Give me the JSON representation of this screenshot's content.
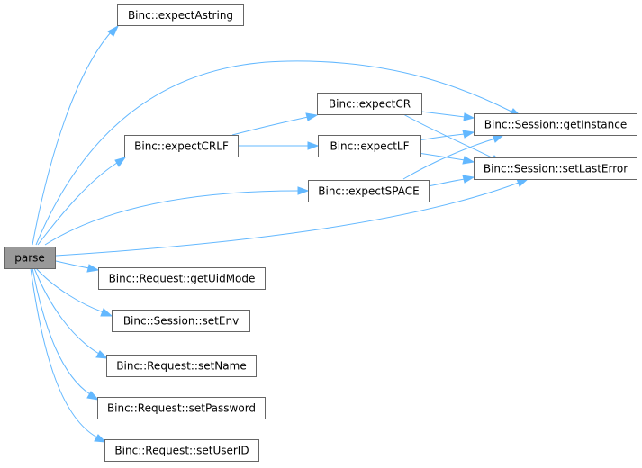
{
  "colors": {
    "edge": "#63b8ff",
    "node_border": "#666666",
    "root_fill": "#999999",
    "node_fill": "#ffffff"
  },
  "nodes": {
    "parse": "parse",
    "expectAstring": "Binc::expectAstring",
    "expectCRLF": "Binc::expectCRLF",
    "expectCR": "Binc::expectCR",
    "expectLF": "Binc::expectLF",
    "expectSPACE": "Binc::expectSPACE",
    "getInstance": "Binc::Session::getInstance",
    "setLastError": "Binc::Session::setLastError",
    "getUidMode": "Binc::Request::getUidMode",
    "setEnv": "Binc::Session::setEnv",
    "setName": "Binc::Request::setName",
    "setPassword": "Binc::Request::setPassword",
    "setUserID": "Binc::Request::setUserID"
  },
  "edges": [
    [
      "parse",
      "expectAstring"
    ],
    [
      "parse",
      "getInstance"
    ],
    [
      "parse",
      "expectCRLF"
    ],
    [
      "parse",
      "expectSPACE"
    ],
    [
      "parse",
      "setLastError"
    ],
    [
      "parse",
      "getUidMode"
    ],
    [
      "parse",
      "setEnv"
    ],
    [
      "parse",
      "setName"
    ],
    [
      "parse",
      "setPassword"
    ],
    [
      "parse",
      "setUserID"
    ],
    [
      "expectCRLF",
      "expectCR"
    ],
    [
      "expectCRLF",
      "expectLF"
    ],
    [
      "expectCR",
      "getInstance"
    ],
    [
      "expectCR",
      "setLastError"
    ],
    [
      "expectLF",
      "getInstance"
    ],
    [
      "expectLF",
      "setLastError"
    ],
    [
      "expectSPACE",
      "getInstance"
    ],
    [
      "expectSPACE",
      "setLastError"
    ]
  ]
}
